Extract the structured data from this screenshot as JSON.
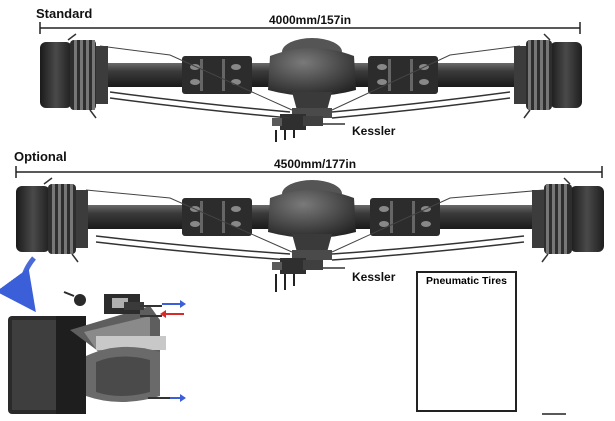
{
  "standard": {
    "title": "Standard",
    "width_label": "4000mm/157in",
    "brand": "Kessler"
  },
  "optional": {
    "title": "Optional",
    "width_label": "4500mm/177in",
    "brand": "Kessler"
  },
  "tires": {
    "title": "Pneumatic Tires"
  },
  "colors": {
    "axle_dark": "#2a2a2a",
    "axle_mid": "#5a5a5a",
    "axle_light": "#8a8a8a",
    "arrow_blue": "#3a5fd8",
    "arrow_red": "#d82a2a"
  }
}
